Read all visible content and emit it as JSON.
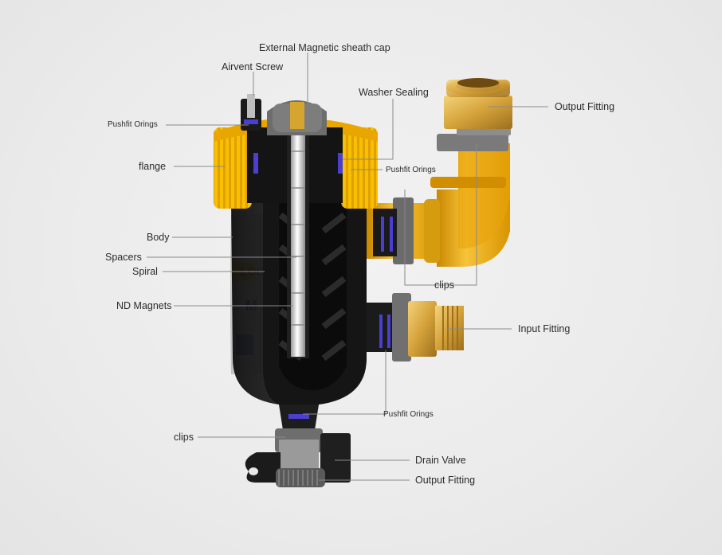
{
  "figure": {
    "product": "magnetic filter cutaway",
    "logo_text_fragments": [
      "LOC",
      "M"
    ],
    "labels": {
      "external_cap": "External Magnetic sheath cap",
      "airvent_screw": "Airvent Screw",
      "washer_sealing": "Washer Sealing",
      "output_fitting_top": "Output  Fitting",
      "pushfit_orings_top_left": "Pushfit Orings",
      "flange": "flange",
      "pushfit_orings_right": "Pushfit Orings",
      "body": "Body",
      "spacers": "Spacers",
      "spiral": "Spiral",
      "clips_right": "clips",
      "nd_magnets": "ND Magnets",
      "input_fitting": "Input Fitting",
      "pushfit_orings_bottom": "Pushfit Orings",
      "clips_bottom": "clips",
      "drain_valve": "Drain Valve",
      "output_fitting_bottom": "Output  Fitting"
    },
    "colors": {
      "background": "#ebebeb",
      "body_black": "#1c1c1c",
      "flange_yellow": "#f5b800",
      "brass": "#d9a93a",
      "elbow_gold": "#e8a510",
      "oring_blue": "#4a3fd0",
      "clip_grey": "#6e6e6e",
      "leader_line": "#8a8a8a"
    }
  }
}
